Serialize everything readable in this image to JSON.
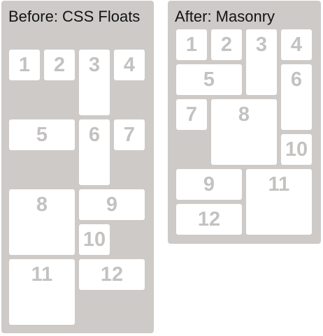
{
  "panels": {
    "before": {
      "title": "Before: CSS Floats",
      "tiles": [
        "1",
        "2",
        "3",
        "4",
        "5",
        "6",
        "7",
        "8",
        "9",
        "10",
        "11",
        "12"
      ]
    },
    "after": {
      "title": "After: Masonry",
      "tiles": [
        "1",
        "2",
        "3",
        "4",
        "5",
        "6",
        "7",
        "8",
        "9",
        "10",
        "11",
        "12"
      ]
    }
  },
  "colors": {
    "panel_background": "#cdcac7",
    "tile_background": "#ffffff",
    "tile_number": "#c4c2c1",
    "title_text": "#141414"
  }
}
